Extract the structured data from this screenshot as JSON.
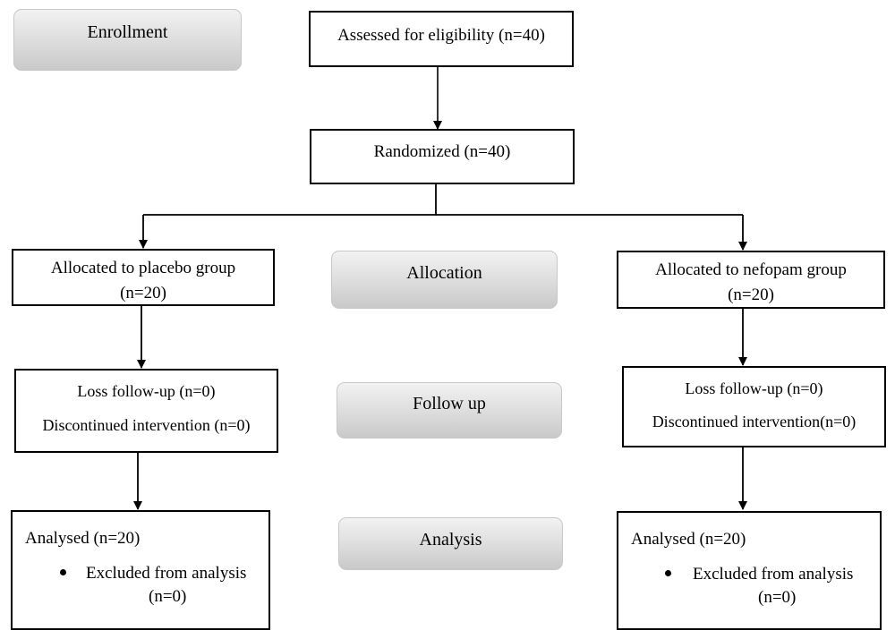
{
  "stages": {
    "enrollment": "Enrollment",
    "allocation": "Allocation",
    "follow_up": "Follow up",
    "analysis": "Analysis"
  },
  "assessed": "Assessed for eligibility (n=40)",
  "randomized": "Randomized (n=40)",
  "placebo": {
    "allocated_line1": "Allocated to placebo group",
    "allocated_line2": "(n=20)",
    "loss_followup": "Loss follow-up (n=0)",
    "discontinued": "Discontinued intervention (n=0)",
    "analysed": "Analysed (n=20)",
    "excluded_line1": "Excluded from analysis",
    "excluded_line2": "(n=0)"
  },
  "nefopam": {
    "allocated_line1": "Allocated to nefopam group",
    "allocated_line2": "(n=20)",
    "loss_followup": "Loss follow-up (n=0)",
    "discontinued": "Discontinued intervention(n=0)",
    "analysed": "Analysed (n=20)",
    "excluded_line1": "Excluded from analysis",
    "excluded_line2": "(n=0)"
  }
}
